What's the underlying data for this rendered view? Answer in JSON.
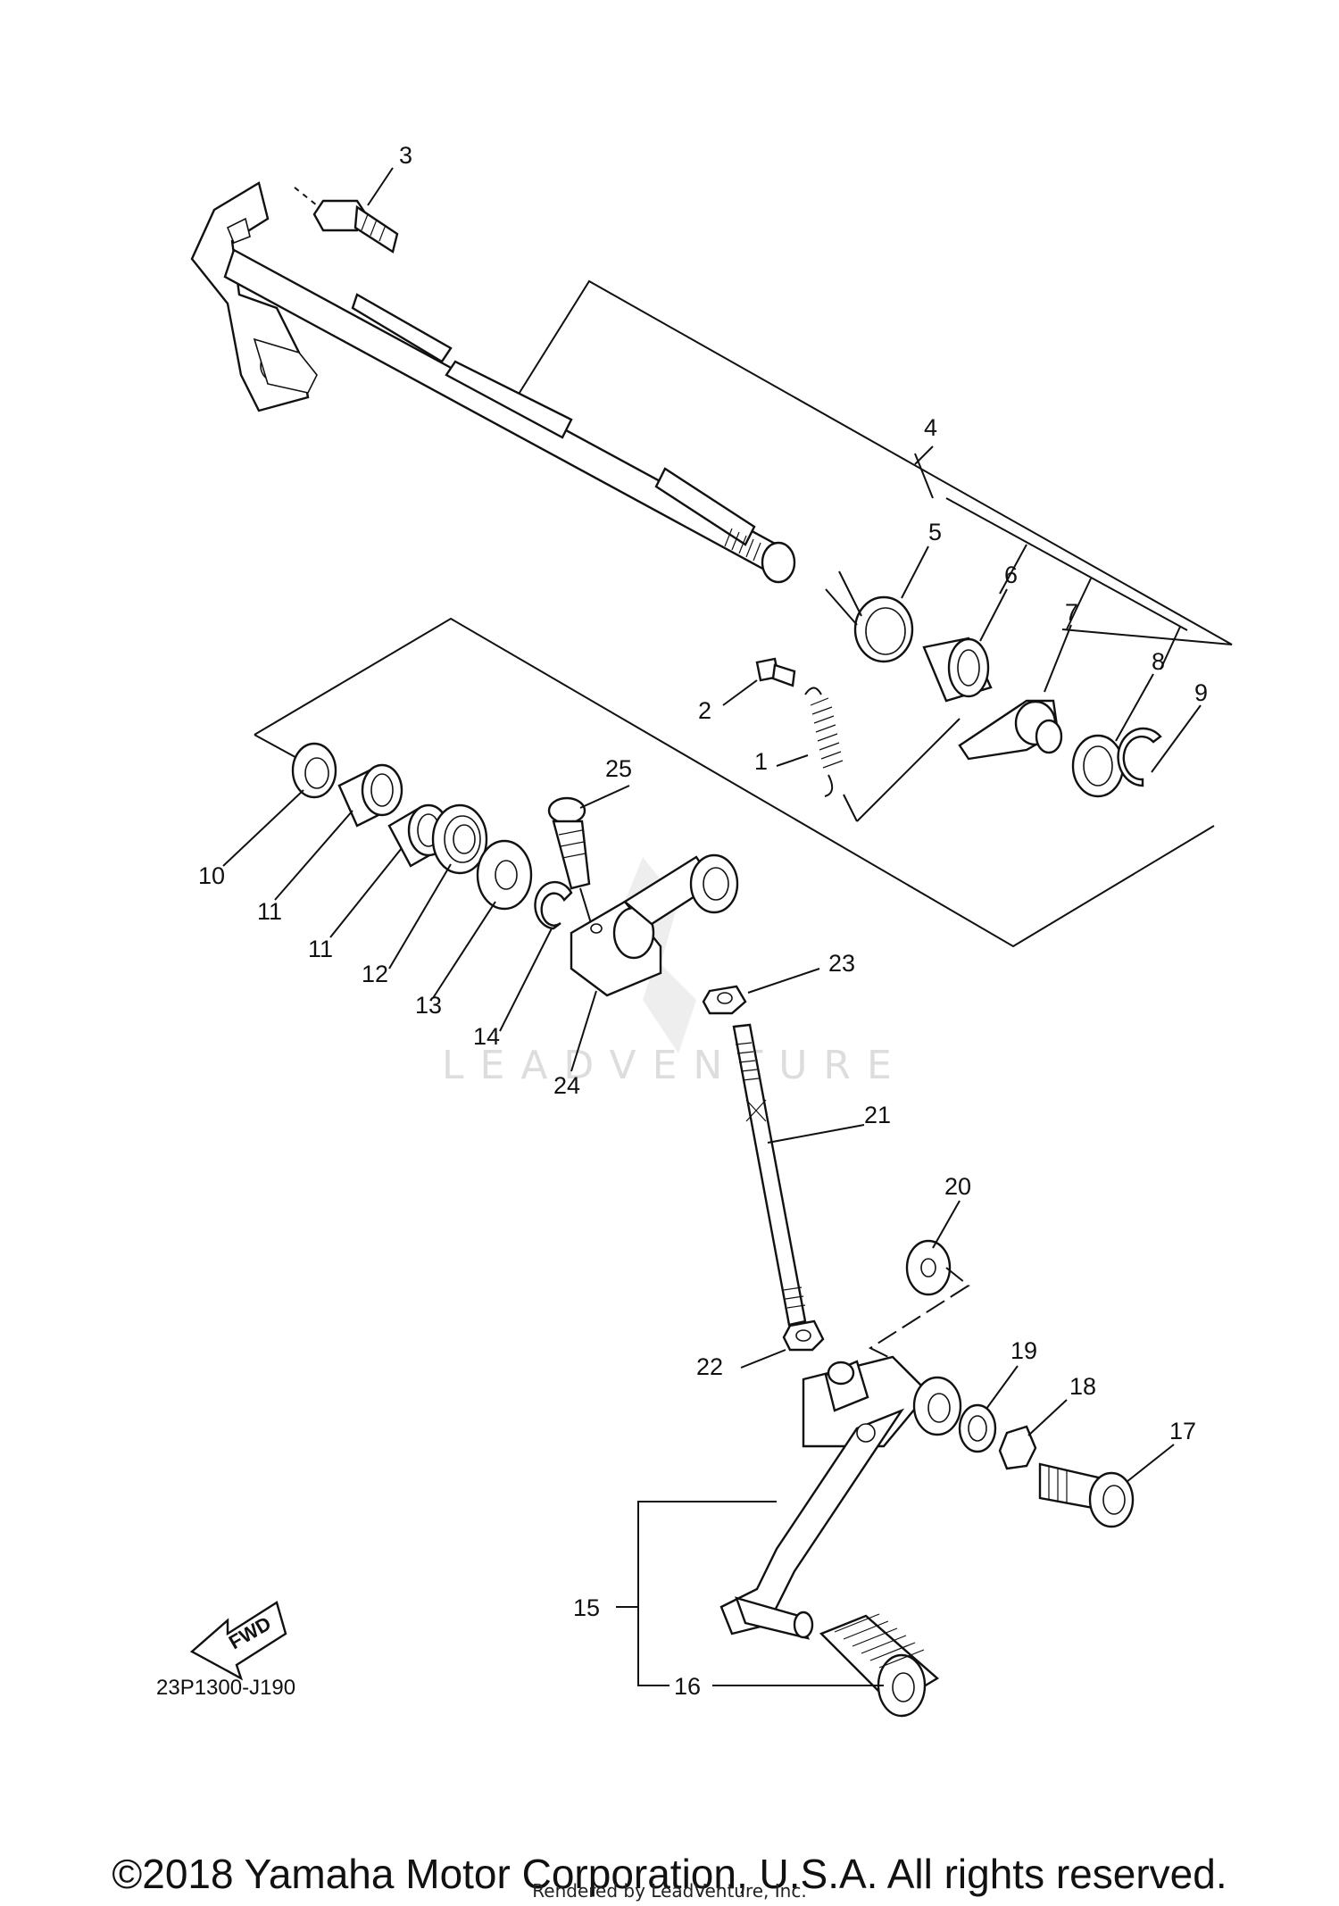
{
  "diagram": {
    "callouts": [
      "1",
      "2",
      "3",
      "4",
      "5",
      "6",
      "7",
      "8",
      "9",
      "10",
      "11",
      "11",
      "12",
      "13",
      "14",
      "15",
      "16",
      "17",
      "18",
      "19",
      "20",
      "21",
      "22",
      "23",
      "24",
      "25"
    ],
    "diagram_code": "23P1300-J190",
    "fwd_label": "FWD",
    "watermark": "LEADVENTURE"
  },
  "footer": {
    "copyright": "©2018 Yamaha Motor Corporation, U.S.A. All rights reserved.",
    "rendered_by": "Rendered by LeadVenture, Inc."
  }
}
